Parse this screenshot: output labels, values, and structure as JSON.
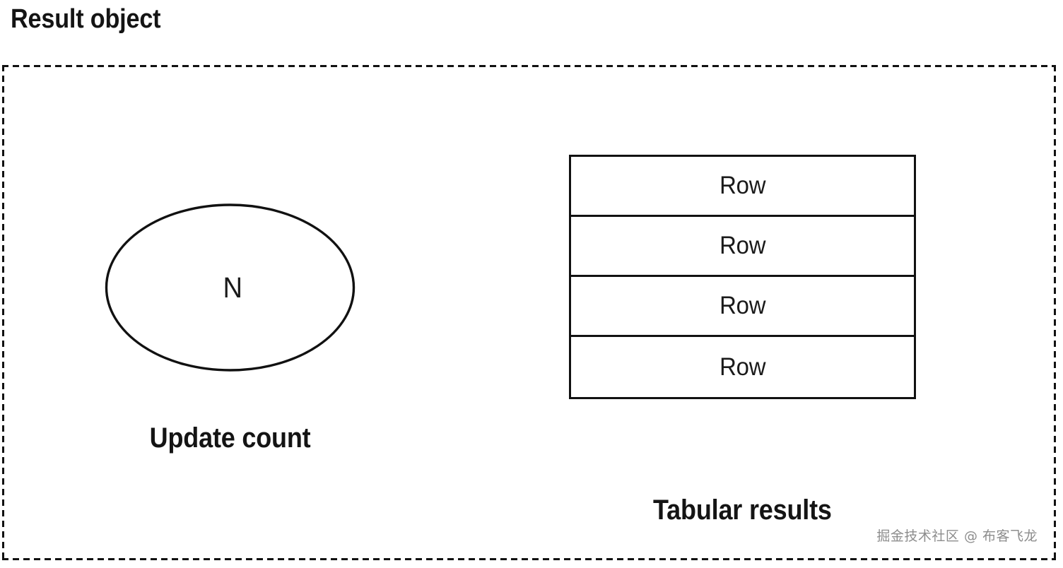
{
  "figure": {
    "title": "Result object"
  },
  "container": {
    "name": "Result object",
    "border_style": "dashed",
    "border_color": "#111111"
  },
  "update_count": {
    "shape": "ellipse",
    "value": "N",
    "caption": "Update count",
    "stroke_color": "#111111"
  },
  "tabular_results": {
    "caption": "Tabular results",
    "stroke_color": "#111111",
    "rows": [
      {
        "label": "Row"
      },
      {
        "label": "Row"
      },
      {
        "label": "Row"
      },
      {
        "label": "Row"
      }
    ]
  },
  "watermark": {
    "text": "掘金技术社区 @ 布客飞龙",
    "color": "#8d8d8d"
  }
}
